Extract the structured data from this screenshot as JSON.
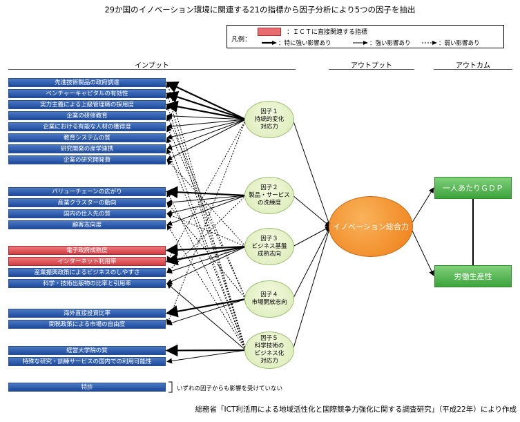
{
  "title": "29か国のイノベーション環境に関連する21の指標から因子分析により5つの因子を抽出",
  "legend": {
    "label": "凡例：",
    "red_text": "：ＩＣＴに直接関連する指標",
    "very_strong": "：特に強い影響あり",
    "strong": "：強い影響あり",
    "weak": "：弱い影響あり"
  },
  "sections": {
    "input": "インプット",
    "output": "アウトプット",
    "outcome": "アウトカム"
  },
  "indicators": [
    {
      "label": "先進技術製品の政府調達",
      "ict": false
    },
    {
      "label": "ベンチャーキャピタルの有効性",
      "ict": false
    },
    {
      "label": "実力主義による上級管理職の採用度",
      "ict": false
    },
    {
      "label": "企業の研修教育",
      "ict": false
    },
    {
      "label": "企業における有能な人材の獲得度",
      "ict": false
    },
    {
      "label": "教育システムの質",
      "ict": false
    },
    {
      "label": "研究開発の産学連携",
      "ict": false
    },
    {
      "label": "企業の研究開発費",
      "ict": false
    },
    {
      "label": "バリューチェーンの広がり",
      "ict": false
    },
    {
      "label": "産業クラスターの動向",
      "ict": false
    },
    {
      "label": "国内の仕入先の質",
      "ict": false
    },
    {
      "label": "顧客志向度",
      "ict": false
    },
    {
      "label": "電子政府成熟度",
      "ict": true
    },
    {
      "label": "インターネット利用率",
      "ict": true
    },
    {
      "label": "産業振興政策によるビジネスのしやすさ",
      "ict": false
    },
    {
      "label": "科学・技術出版物の比率と引用率",
      "ict": false
    },
    {
      "label": "海外直接投資比率",
      "ict": false
    },
    {
      "label": "関税政策による市場の自由度",
      "ict": false
    },
    {
      "label": "経営大学院の質",
      "ict": false
    },
    {
      "label": "特殊な研究・訓練サービスの国内での利用可能性",
      "ict": false
    },
    {
      "label": "特許",
      "ict": false
    }
  ],
  "patent_note": "いずれの因子からも影響を受けていない",
  "factors": [
    {
      "lines": [
        "因子１",
        "持続的変化",
        "対応力"
      ]
    },
    {
      "lines": [
        "因子２",
        "製品・サービス",
        "の洗練度"
      ]
    },
    {
      "lines": [
        "因子３",
        "ビジネス基盤",
        "成熟志向"
      ]
    },
    {
      "lines": [
        "因子４",
        "市場開放志向"
      ]
    },
    {
      "lines": [
        "因子５",
        "科学技術の",
        "ビジネス化",
        "対応力"
      ]
    }
  ],
  "innovation": "イノベーション総合力",
  "outcomes": [
    "一人あたりＧＤＰ",
    "労働生産性"
  ],
  "credit": "総務省「ICT利活用による地域活性化と国際競争力強化に関する調査研究」（平成22年）により作成",
  "colors": {
    "ict": "#e96a6f",
    "indicator": "#2b5aac",
    "factor": "#e4f0c6",
    "innovation": "#f08a25",
    "outcome": "#4cb04a"
  },
  "links": [
    {
      "indicator": 0,
      "factor": 0,
      "strength": "very_strong"
    },
    {
      "indicator": 1,
      "factor": 0,
      "strength": "very_strong"
    },
    {
      "indicator": 2,
      "factor": 0,
      "strength": "very_strong"
    },
    {
      "indicator": 3,
      "factor": 0,
      "strength": "strong"
    },
    {
      "indicator": 4,
      "factor": 0,
      "strength": "strong"
    },
    {
      "indicator": 5,
      "factor": 0,
      "strength": "strong"
    },
    {
      "indicator": 6,
      "factor": 0,
      "strength": "strong"
    },
    {
      "indicator": 7,
      "factor": 0,
      "strength": "strong"
    },
    {
      "indicator": 8,
      "factor": 1,
      "strength": "very_strong"
    },
    {
      "indicator": 9,
      "factor": 1,
      "strength": "strong"
    },
    {
      "indicator": 10,
      "factor": 1,
      "strength": "strong"
    },
    {
      "indicator": 11,
      "factor": 1,
      "strength": "strong"
    },
    {
      "indicator": 12,
      "factor": 2,
      "strength": "very_strong"
    },
    {
      "indicator": 13,
      "factor": 2,
      "strength": "very_strong"
    },
    {
      "indicator": 14,
      "factor": 2,
      "strength": "strong"
    },
    {
      "indicator": 15,
      "factor": 2,
      "strength": "strong"
    },
    {
      "indicator": 16,
      "factor": 3,
      "strength": "very_strong"
    },
    {
      "indicator": 17,
      "factor": 3,
      "strength": "strong"
    },
    {
      "indicator": 18,
      "factor": 4,
      "strength": "very_strong"
    },
    {
      "indicator": 19,
      "factor": 4,
      "strength": "strong"
    },
    {
      "indicator": 15,
      "factor": 4,
      "strength": "strong"
    },
    {
      "indicator": 0,
      "factor": 4,
      "strength": "weak"
    },
    {
      "indicator": 1,
      "factor": 4,
      "strength": "weak"
    },
    {
      "indicator": 2,
      "factor": 4,
      "strength": "weak"
    },
    {
      "indicator": 3,
      "factor": 3,
      "strength": "weak"
    },
    {
      "indicator": 4,
      "factor": 3,
      "strength": "weak"
    },
    {
      "indicator": 5,
      "factor": 4,
      "strength": "weak"
    },
    {
      "indicator": 6,
      "factor": 4,
      "strength": "weak"
    },
    {
      "indicator": 7,
      "factor": 2,
      "strength": "weak"
    },
    {
      "indicator": 8,
      "factor": 4,
      "strength": "weak"
    },
    {
      "indicator": 9,
      "factor": 3,
      "strength": "weak"
    },
    {
      "indicator": 10,
      "factor": 2,
      "strength": "weak"
    },
    {
      "indicator": 11,
      "factor": 4,
      "strength": "weak"
    },
    {
      "indicator": 14,
      "factor": 1,
      "strength": "weak"
    },
    {
      "indicator": 17,
      "factor": 0,
      "strength": "weak"
    },
    {
      "indicator": 13,
      "factor": 0,
      "strength": "weak"
    }
  ]
}
